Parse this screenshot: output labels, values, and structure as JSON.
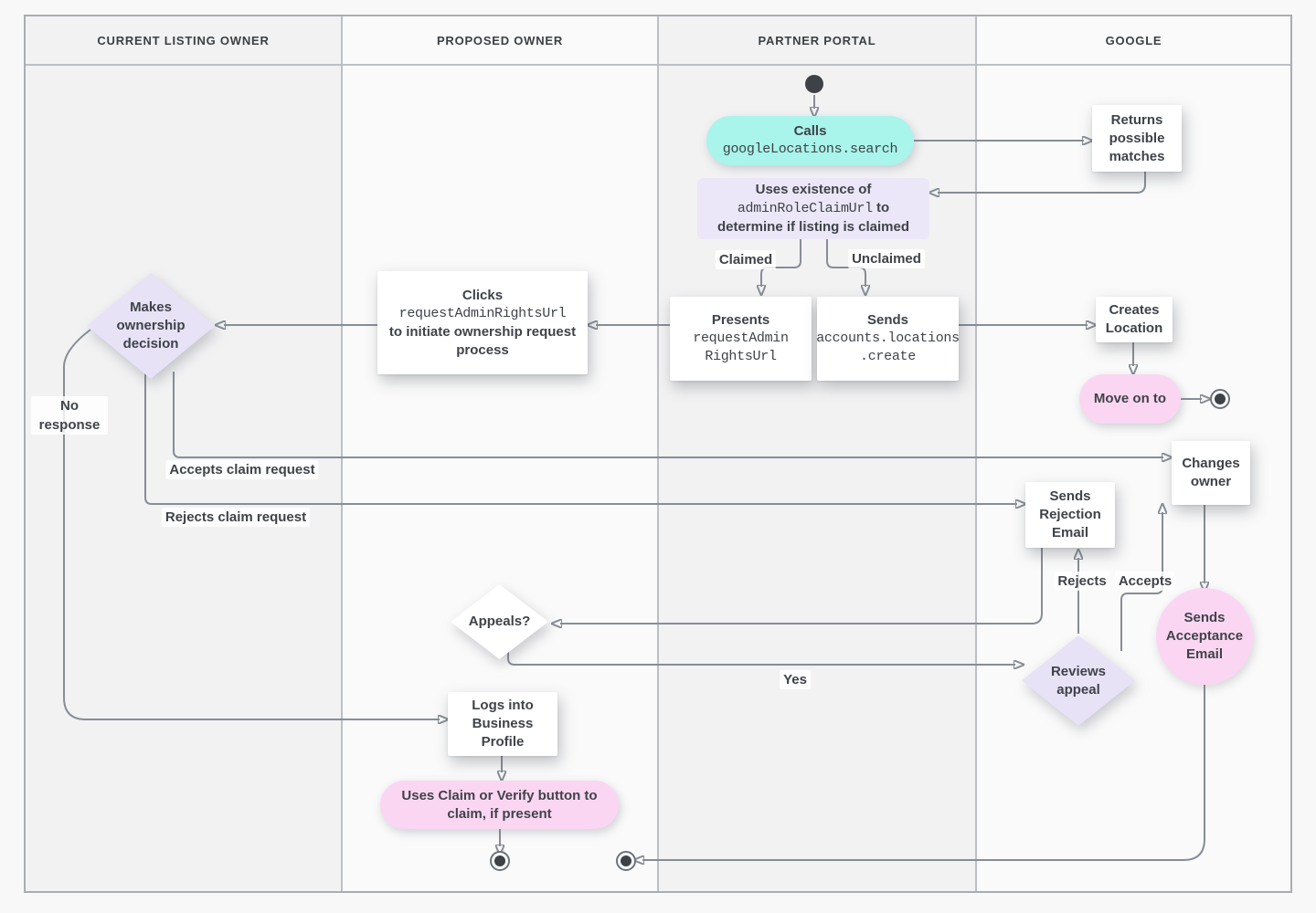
{
  "colors": {
    "canvas-bg": "#f8f8f8",
    "lane-a": "#f2f2f3",
    "lane-b": "#fafafa",
    "lane-border": "#bcc0c5",
    "outer-border": "#a9adb3",
    "line": "#878d96",
    "text": "#3f4349",
    "teal": "#a9f4eb",
    "lavender": "#ebe7f8",
    "diamond-lavender": "#e7e2f6",
    "pink": "#fbd6f3",
    "node-dark": "#3e4247",
    "box-bg": "#ffffff"
  },
  "lanes": [
    {
      "label": "CURRENT LISTING OWNER"
    },
    {
      "label": "PROPOSED OWNER"
    },
    {
      "label": "PARTNER PORTAL"
    },
    {
      "label": "GOOGLE"
    }
  ],
  "nodes": {
    "calls": {
      "title": "Calls",
      "code": "googleLocations.search"
    },
    "returns_matches": {
      "text": "Returns possible matches"
    },
    "uses_existence": {
      "line1": "Uses existence of",
      "code": "adminRoleClaimUrl",
      "line2_rest": " to",
      "line3": "determine if listing is claimed"
    },
    "presents": {
      "title": "Presents",
      "code_line1": "requestAdmin",
      "code_line2": "RightsUrl"
    },
    "sends_create": {
      "title": "Sends",
      "code_line1": "accounts.locations",
      "code_line2": ".create"
    },
    "creates_location": {
      "text": "Creates Location"
    },
    "move_on": {
      "text": "Move on to"
    },
    "clicks": {
      "title": "Clicks",
      "code": "requestAdminRightsUrl",
      "rest": "to initiate ownership request process"
    },
    "ownership_decision": {
      "text": "Makes ownership decision"
    },
    "sends_rejection": {
      "text": "Sends Rejection Email"
    },
    "changes_owner": {
      "text": "Changes owner"
    },
    "sends_acceptance": {
      "text": "Sends Acceptance Email"
    },
    "appeals": {
      "text": "Appeals?"
    },
    "reviews_appeal": {
      "text": "Reviews appeal"
    },
    "logs_in": {
      "text": "Logs into Business Profile"
    },
    "claim_verify": {
      "text": "Uses Claim or Verify button to claim, if present"
    }
  },
  "edge_labels": {
    "claimed": "Claimed",
    "unclaimed": "Unclaimed",
    "no_response": "No response",
    "accepts_claim": "Accepts claim request",
    "rejects_claim": "Rejects claim request",
    "rejects": "Rejects",
    "accepts": "Accepts",
    "yes": "Yes"
  }
}
